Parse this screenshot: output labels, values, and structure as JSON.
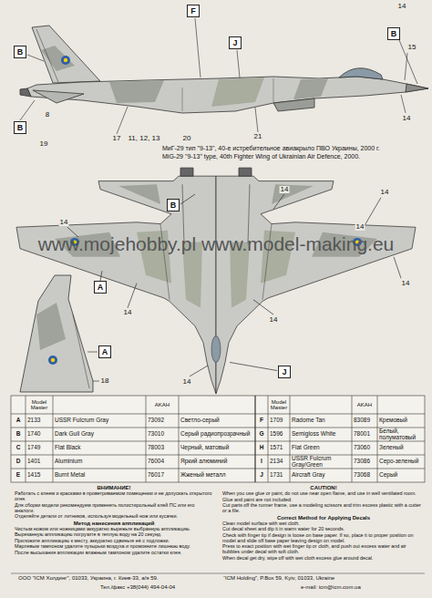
{
  "diagram": {
    "nodes": [
      {
        "text": [
          "B"
        ]
      },
      {
        "text": [
          "F"
        ]
      },
      {
        "text": [
          "J"
        ]
      },
      {
        "text": [
          "B"
        ]
      },
      {
        "text": [
          "B"
        ]
      },
      {
        "text": [
          "B"
        ]
      },
      {
        "text": [
          "A"
        ]
      },
      {
        "text": [
          "J"
        ]
      },
      {
        "text": [
          "A"
        ]
      }
    ],
    "labels": [
      "www.mojehobby.pl www.model-making.eu",
      "14",
      "15",
      "14",
      "8",
      "19",
      "17",
      "11, 12, 13",
      "20",
      "21",
      "14",
      "14",
      "14",
      "14",
      "14",
      "14",
      "14",
      "14",
      "18",
      "МиГ-29 тип \"9-13\", 40-е истребительное авиакрыло ПВО Украины, 2000 г.",
      "MiG-29 \"9-13\" type, 40th Fighter Wing of Ukrainian Air Defence, 2000.",
      "Model Master",
      "AKAH",
      "Model Master",
      "AKAH",
      "A",
      "2133",
      "USSR Fulcrum Gray",
      "73092",
      "Светло-серый",
      "B",
      "1740",
      "Dark Gull Gray",
      "73010",
      "Серый радиопрозрачный",
      "C",
      "1749",
      "Flat Black",
      "78003",
      "Черный, матовый",
      "D",
      "1401",
      "Aluminium",
      "76004",
      "Яркий алюминий",
      "E",
      "1415",
      "Burnt Metal",
      "76017",
      "Жженый металл",
      "F",
      "1709",
      "Radome Tan",
      "83089",
      "Кремовый",
      "G",
      "1596",
      "Semigloss White",
      "78001",
      "Белый, полуматовый",
      "H",
      "1571",
      "Flat Green",
      "73060",
      "Зеленый",
      "I",
      "2134",
      "USSR Fulcrum Gray/Green",
      "73086",
      "Серо-зеленый",
      "J",
      "1731",
      "Aircraft Gray",
      "73068",
      "Серый",
      "ВНИМАНИЕ!",
      "Работать с клеем и красками в проветриваемом помещении и не допускать открытого огня.",
      "Для сборки модели рекомендуем применять полистирольный клей ПС или его аналоги.",
      "Отделяйте детали от литников, используя модельный нож или кусачки.",
      "Метод нанесения аппликаций",
      "Чистым ножом или ножницами аккуратно вырежьте выбранную аппликацию.",
      "Вырезанную аппликацию погрузите в теплую воду на 20 секунд.",
      "Приложите аппликацию к месту, аккуратно сдвиньте её с подложки.",
      "Марлевым тампоном удалите пузырьки воздуха и промокните лишнюю воду.",
      "После высыхания аппликации влажным тампоном удалите остатки клея.",
      "CAUTION!",
      "When you use glue or paint, do not use near open flame, and use in well ventilated room.",
      "Glue and paint are not included.",
      "Cut parts off the runner frame, use a modeling scissors and trim excess plastic with a cutter or a file.",
      "Correct Method for Applying Decals",
      "Clean model surface with wet cloth.",
      "Cut decal sheet and dip it in warm water for 20 seconds.",
      "Check with finger tip if design is loose on base paper. If so, place it to proper position on model and slide off base paper leaving design on model.",
      "Press to exact position with wet finger tip or cloth, and push out excess water and air bubbles under decal with soft cloth.",
      "When decal get dry, wipe off with wet cloth excess glue around decal.",
      "ООО \"ICM Холдинг\", 01033, Украина, г. Киев-33, а/я 59.",
      "Тел./факс +38(044) 494-04-04",
      "“ICM Holding”, P.Box 59, Kyiv, 01033, Ukraine",
      "e-mail: icm@icm.com.ua"
    ]
  }
}
